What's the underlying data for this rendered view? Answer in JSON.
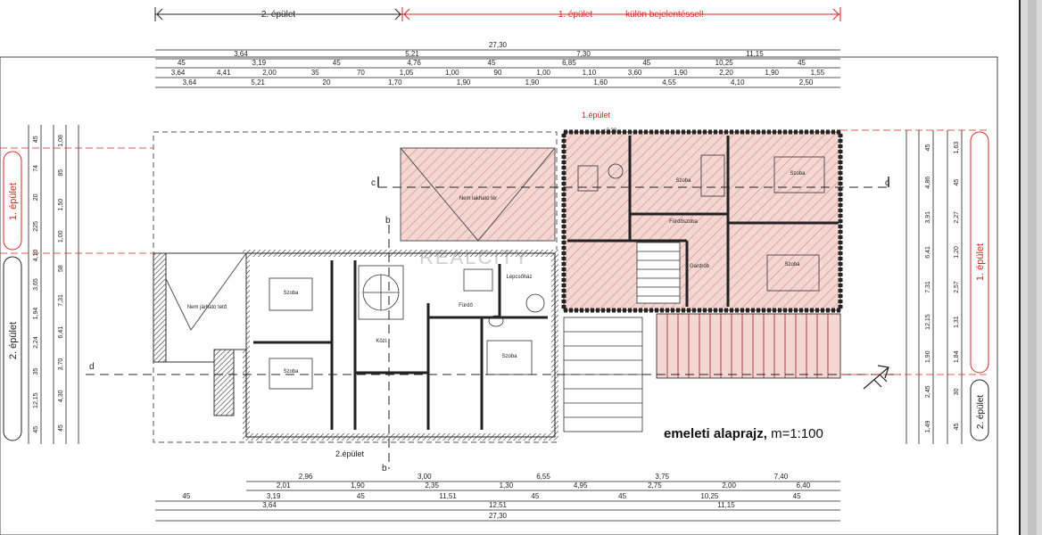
{
  "banner": {
    "building2": "2. épület",
    "building1": "1. épület",
    "building1_note": "külön bejelentéssel!"
  },
  "dims_top": {
    "row1": [
      "27,30"
    ],
    "row2": [
      "3,64",
      "5,21",
      "7,30",
      "11,15"
    ],
    "row3": [
      "45",
      "3,19",
      "45",
      "4,76",
      "45",
      "6,85",
      "45",
      "10,25",
      "45"
    ],
    "row4": [
      "3,64",
      "4,41",
      "2,00",
      "35",
      "70",
      "1,05",
      "1,00",
      "90",
      "1,00",
      "1,10",
      "3,60",
      "1,90",
      "2,20",
      "1,90",
      "1,55"
    ],
    "row5": [
      "3,64",
      "5,21",
      "20",
      "1,70",
      "1,90",
      "1,90",
      "1,60",
      "4,55",
      "4,10",
      "2,50"
    ]
  },
  "dims_bottom": {
    "row1": [
      "2,96",
      "3,00",
      "6,55",
      "3,75",
      "7,40"
    ],
    "row2": [
      "2,01",
      "1,90",
      "2,35",
      "1,30",
      "4,95",
      "2,75",
      "2,00",
      "6,40"
    ],
    "row3": [
      "45",
      "3,19",
      "45",
      "11,51",
      "45",
      "45",
      "10,25",
      "45"
    ],
    "row4": [
      "3,64",
      "12,51",
      "11,15"
    ],
    "row5": [
      "27,30"
    ]
  },
  "dims_left": [
    "45",
    "74",
    "20",
    "225",
    "4,10",
    "3,65",
    "1,94",
    "2,24",
    "35",
    "12,15",
    "45",
    "1,08",
    "85",
    "1,50",
    "1,00",
    "58",
    "7,31",
    "6,41",
    "3,70",
    "4,30",
    "45"
  ],
  "dims_right": [
    "45",
    "4,86",
    "3,91",
    "6,41",
    "7,31",
    "12,15",
    "1,90",
    "2,45",
    "1,49",
    "1,63",
    "45",
    "2,27",
    "1,20",
    "2,57",
    "1,31",
    "1,84",
    "30",
    "45"
  ],
  "side_labels": {
    "left_top": "1. épület",
    "left_bottom": "2. épület",
    "right_top": "1. épület",
    "right_bottom": "2. épület"
  },
  "annotations": {
    "building1_label": "1.épület",
    "building2_label": "2.épület",
    "section_c": "c",
    "section_d": "d",
    "section_b": "b",
    "level": "+3,20"
  },
  "rooms": [
    "Szoba",
    "Szoba",
    "Szoba",
    "Szoba",
    "Szoba",
    "Szoba",
    "Nem lakható tér",
    "Nem járható tető",
    "Közl.",
    "Fürdő",
    "Fürdőszoba",
    "Gardrób",
    "Lépcsőház"
  ],
  "caption": {
    "title": "emeleti alaprajz,",
    "scale": "m=1:100"
  },
  "watermark": "REALCITY"
}
